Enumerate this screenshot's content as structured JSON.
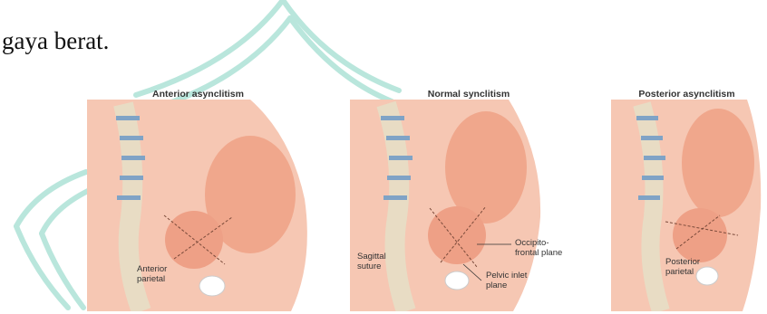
{
  "lead_text": "gaya berat.",
  "watermark_color": "#2bb39a",
  "panels": [
    {
      "title": "Anterior asynclitism",
      "labels": [
        "Anterior",
        "parietal"
      ]
    },
    {
      "title": "Normal synclitism",
      "labels": {
        "sagittal": [
          "Sagittal",
          "suture"
        ],
        "occipito": [
          "Occipito-",
          "frontal plane"
        ],
        "pelvic": [
          "Pelvic inlet",
          "plane"
        ]
      }
    },
    {
      "title": "Posterior asynclitism",
      "labels": [
        "Posterior",
        "parietal"
      ]
    }
  ],
  "colors": {
    "skin": "#f3b69f",
    "fetus": "#f0a78c",
    "spine": "#e8dcc4",
    "disc": "#7fa3c6"
  }
}
